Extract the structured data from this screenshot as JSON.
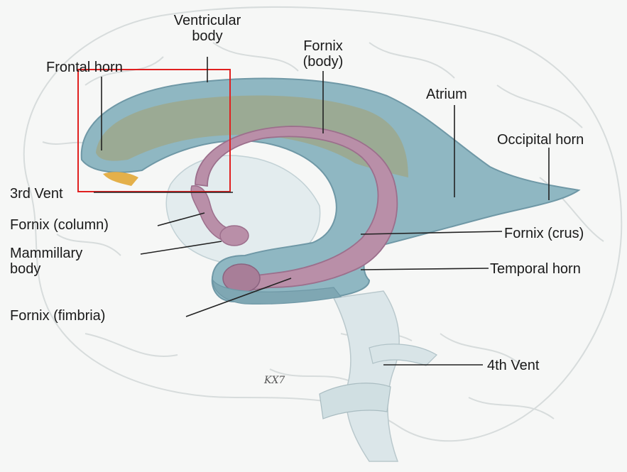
{
  "labels": {
    "ventricular_body_1": "Ventricular",
    "ventricular_body_2": "body",
    "fornix_body_1": "Fornix",
    "fornix_body_2": "(body)",
    "frontal_horn": "Frontal horn",
    "atrium": "Atrium",
    "occipital_horn": "Occipital horn",
    "third_vent": "3rd Vent",
    "fornix_column": "Fornix (column)",
    "mammillary_1": "Mammillary",
    "mammillary_2": "body",
    "fornix_crus": "Fornix (crus)",
    "temporal_horn": "Temporal horn",
    "fornix_fimbria": "Fornix (fimbria)",
    "fourth_vent": "4th Vent"
  },
  "signature": "KX7",
  "colors": {
    "ventricle": "#8fb7c2",
    "ventricle_dark": "#6f98a6",
    "fornix": "#b98fa8",
    "fornix_dark": "#9c6f8c",
    "highlight_box": "#e02020",
    "brain_line": "#d7dcdc",
    "leader": "#222222"
  }
}
